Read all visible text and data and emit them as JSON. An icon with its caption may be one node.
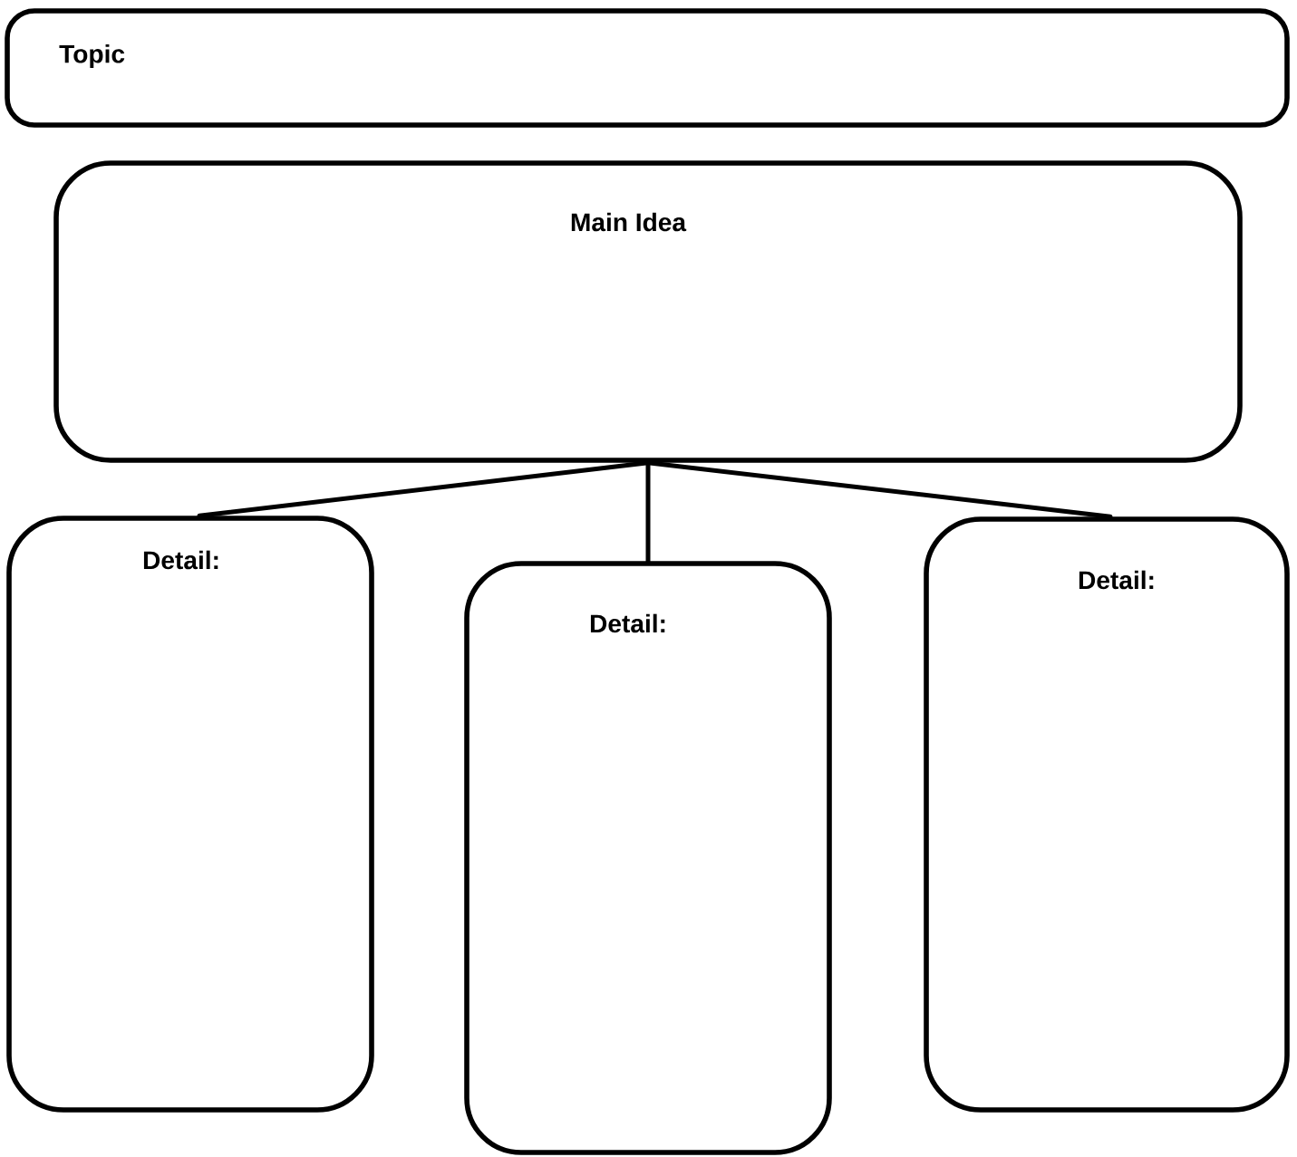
{
  "diagram": {
    "nodes": [
      {
        "text": [
          "Topic"
        ]
      },
      {
        "text": [
          "Main Idea"
        ]
      },
      {
        "text": [
          "Detail:"
        ]
      },
      {
        "text": [
          "Detail:"
        ]
      },
      {
        "text": [
          "Detail:"
        ]
      }
    ],
    "edges": [
      {
        "from": 1,
        "to": 2,
        "arrow": "none"
      },
      {
        "from": 1,
        "to": 3,
        "arrow": "none"
      },
      {
        "from": 1,
        "to": 4,
        "arrow": "none"
      }
    ]
  }
}
